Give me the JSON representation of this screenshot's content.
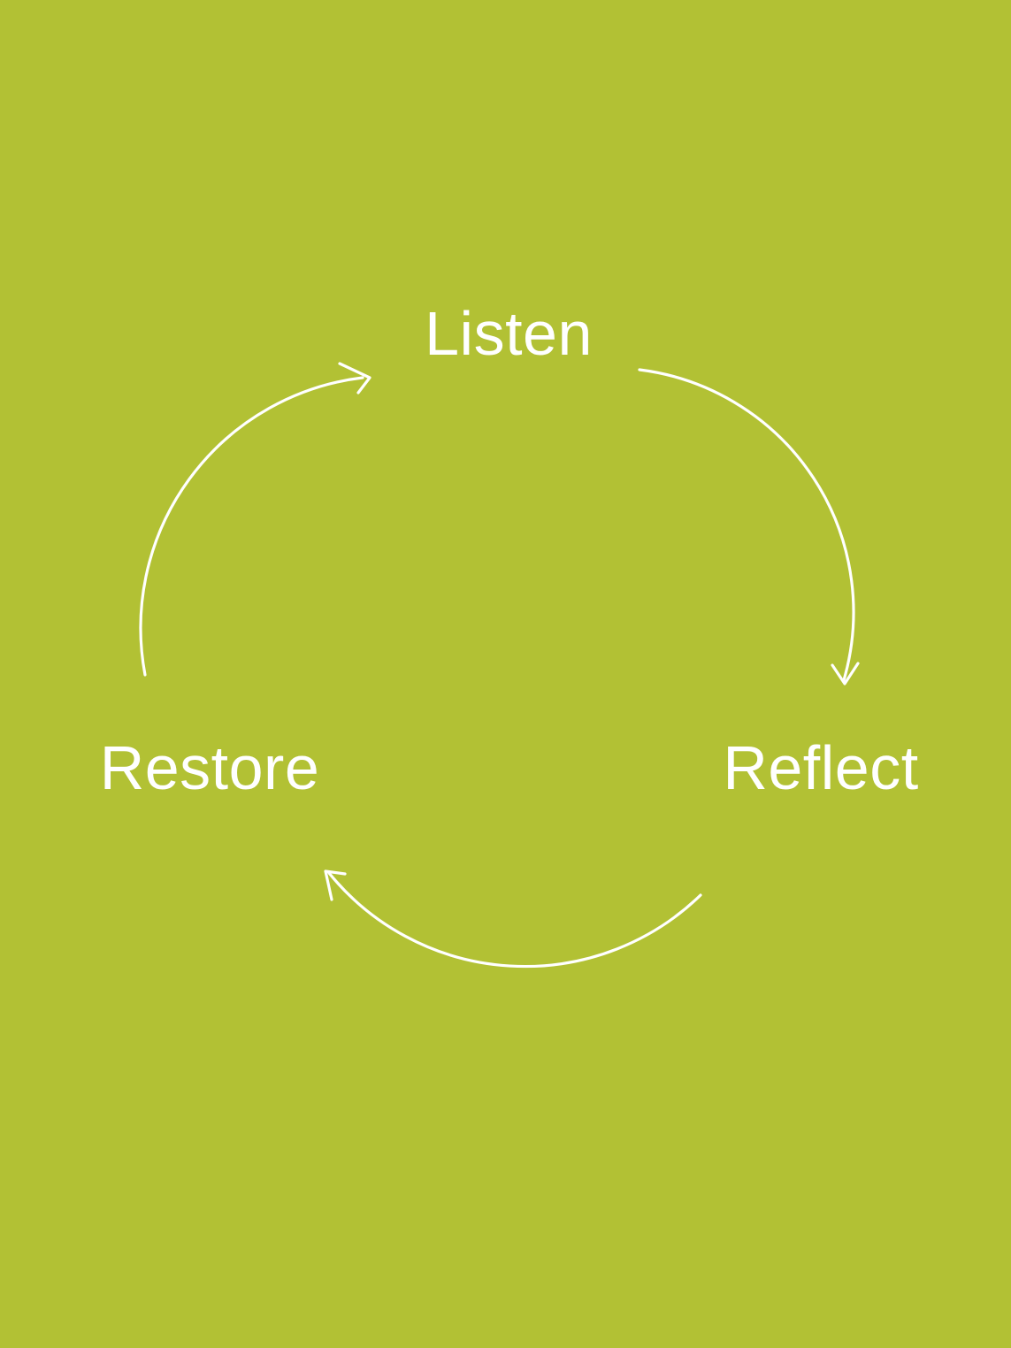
{
  "diagram": {
    "type": "cycle",
    "background_color": "#b2c134",
    "foreground_color": "#ffffff",
    "steps": [
      {
        "label": "Listen",
        "position": "top"
      },
      {
        "label": "Reflect",
        "position": "right"
      },
      {
        "label": "Restore",
        "position": "left"
      }
    ],
    "arrows": [
      {
        "name": "arrow-listen-to-reflect",
        "from": "Listen",
        "to": "Reflect"
      },
      {
        "name": "arrow-reflect-to-restore",
        "from": "Reflect",
        "to": "Restore"
      },
      {
        "name": "arrow-restore-to-listen",
        "from": "Restore",
        "to": "Listen"
      }
    ]
  }
}
